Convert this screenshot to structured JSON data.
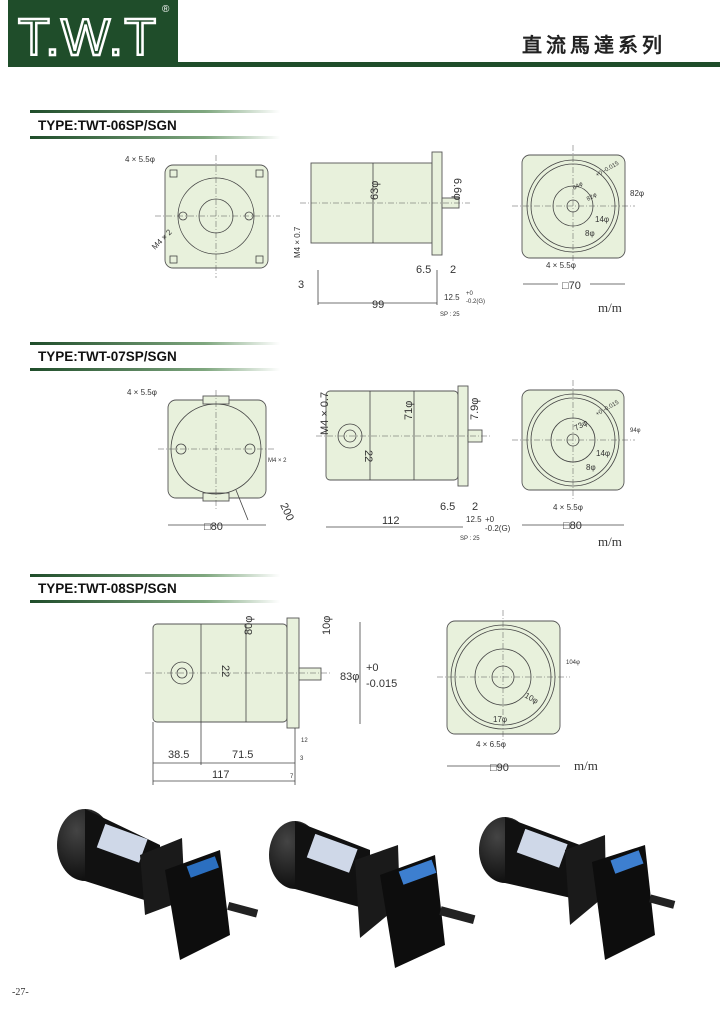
{
  "header": {
    "brand": "T.W.T",
    "registered": "®",
    "title": "直流馬達系列",
    "color": "#1f4d2a"
  },
  "sections": [
    {
      "type_label": "TYPE:TWT-06SP/SGN",
      "front": {
        "holes": "4 × 5.5φ",
        "tap": "M4 × 2"
      },
      "side": {
        "dia": "63φ",
        "shaft": "6.6φ",
        "tap": "M4 × 0.7",
        "d3": "3",
        "d65": "6.5",
        "d2": "2",
        "len": "99",
        "shaft_len": "12.5",
        "tol_up": "+0",
        "tol_dn": "-0.2(G)",
        "sp": "SP : 25"
      },
      "rear": {
        "pilot": "64φ",
        "pilot_tol": "+0 -0.015",
        "d82a": "82φ",
        "d82": "82φ",
        "d14": "14φ",
        "d8": "8φ",
        "holes": "4 × 5.5φ",
        "square": "□70"
      },
      "unit": "m/m"
    },
    {
      "type_label": "TYPE:TWT-07SP/SGN",
      "front": {
        "holes": "4 × 5.5φ",
        "tap": "M4 × 2",
        "lead": "200",
        "square": "□80"
      },
      "side": {
        "dia": "71φ",
        "shaft": "7.9φ",
        "tap": "M4 × 0.7",
        "d22": "22",
        "d65": "6.5",
        "d2": "2",
        "len": "112",
        "shaft_len": "12.5",
        "tol_up": "+0",
        "tol_dn": "-0.2(G)",
        "sp": "SP : 25"
      },
      "rear": {
        "pilot": "73φ",
        "pilot_tol": "+0 -0.015",
        "d94": "94φ",
        "d14": "14φ",
        "d8": "8φ",
        "holes": "4 × 5.5φ",
        "square": "□80"
      },
      "unit": "m/m"
    },
    {
      "type_label": "TYPE:TWT-08SP/SGN",
      "side": {
        "dia": "80φ",
        "shaft": "10φ",
        "d22": "22",
        "pilot": "83φ",
        "tol_up": "+0",
        "tol_dn": "-0.015",
        "d12": "12",
        "d3": "3",
        "d7": "7",
        "d385": "38.5",
        "d715": "71.5",
        "len": "117"
      },
      "rear": {
        "d104": "104φ",
        "d10": "10φ",
        "d17": "17φ",
        "holes": "4 × 6.5φ",
        "square": "□90"
      },
      "unit": "m/m"
    }
  ],
  "photos": [
    "gear-motor-photo-1",
    "gear-motor-photo-2",
    "gear-motor-photo-3"
  ],
  "page_number": "-27-"
}
